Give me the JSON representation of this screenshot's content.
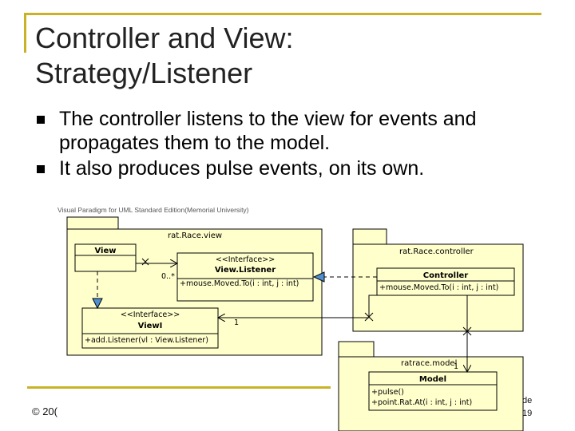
{
  "slide": {
    "title_line1": "Controller and View:",
    "title_line2": "Strategy/Listener",
    "bullets": [
      "The controller listens to the view for events and propagates them to the model.",
      "It also produces pulse events, on its own."
    ],
    "footer_left": "© 20(",
    "footer_right_top": "de",
    "footer_right_bottom": "19"
  },
  "diagram": {
    "watermark": "Visual Paradigm for UML Standard Edition(Memorial University)",
    "packages": {
      "view": "rat.Race.view",
      "controller": "rat.Race.controller",
      "model": "ratrace.model"
    },
    "classes": {
      "view": {
        "name": "View"
      },
      "view_listener": {
        "stereotype": "<<Interface>>",
        "name": "View.Listener",
        "op": "+mouse.Moved.To(i : int, j : int)"
      },
      "viewi": {
        "stereotype": "<<Interface>>",
        "name": "ViewI",
        "op": "+add.Listener(vl : View.Listener)"
      },
      "controller": {
        "name": "Controller",
        "op": "+mouse.Moved.To(i : int, j : int)"
      },
      "model": {
        "name": "Model",
        "op1": "+pulse()",
        "op2": "+point.Rat.At(i : int, j : int)"
      }
    },
    "multiplicities": {
      "listeners": "0..*",
      "viewi": "1",
      "model": "1"
    },
    "colors": {
      "package_fill": "#ffffcc",
      "class_fill": "#ffffcc",
      "interface_arrow": "#4f8fd0",
      "frame": "#c9b227"
    }
  }
}
